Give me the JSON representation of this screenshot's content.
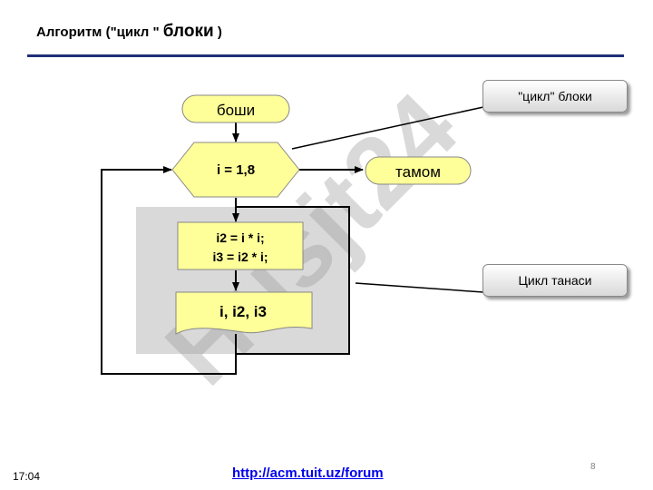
{
  "title": {
    "prefix": "Алгоритм (\"цикл \"",
    "big": "блоки",
    "suffix": " )"
  },
  "flowchart": {
    "start": "боши",
    "loop_header": "i = 1,8",
    "end": "тамом",
    "body_line1": "i2 = i * i;",
    "body_line2": "i3 = i2 * i;",
    "output": "i, i2, i3"
  },
  "callouts": {
    "header": "\"цикл\" блоки",
    "body": "Цикл танаси"
  },
  "watermark": "Husjt24",
  "footer": {
    "page_number": "8",
    "time": "17:04",
    "link": "http://acm.tuit.uz/forum"
  },
  "colors": {
    "shape_fill": "#ffff99",
    "title_rule": "#1f2f7a",
    "link": "#0000ee",
    "body_region": "#d9d9d9"
  }
}
